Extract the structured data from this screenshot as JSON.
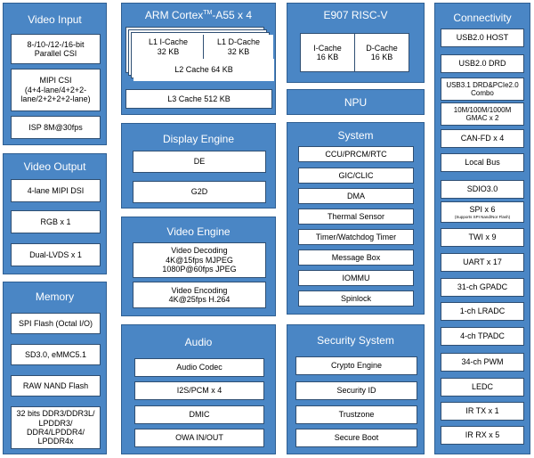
{
  "video_input": {
    "title": "Video Input",
    "items": [
      "8-/10-/12-/16-bit\nParallel CSI",
      "MIPI CSI\n(4+4-lane/4+2+2-\nlane/2+2+2+2-lane)",
      "ISP 8M@30fps"
    ]
  },
  "video_output": {
    "title": "Video Output",
    "items": [
      "4-lane MIPI DSI",
      "RGB x 1",
      "Dual-LVDS x 1"
    ]
  },
  "memory": {
    "title": "Memory",
    "items": [
      "SPI Flash (Octal I/O)",
      "SD3.0, eMMC5.1",
      "RAW NAND Flash",
      "32 bits DDR3/DDR3L/\nLPDDR3/\nDDR4/LPDDR4/\nLPDDR4x"
    ]
  },
  "arm": {
    "title_prefix": "ARM Cortex",
    "title_sup": "TM",
    "title_suffix": "-A55 x 4",
    "l1_icache": "L1 I-Cache\n32 KB",
    "l1_dcache": "L1 D-Cache\n32 KB",
    "l2_cache": "L2 Cache 64 KB",
    "l3_cache": "L3 Cache 512 KB"
  },
  "riscv": {
    "title": "E907 RISC-V",
    "icache": "I-Cache\n16 KB",
    "dcache": "D-Cache\n16 KB"
  },
  "npu": {
    "title": "NPU"
  },
  "display_engine": {
    "title": "Display Engine",
    "items": [
      "DE",
      "G2D"
    ]
  },
  "video_engine": {
    "title": "Video Engine",
    "items": [
      "Video Decoding\n4K@15fps MJPEG\n1080P@60fps JPEG",
      "Video Encoding\n4K@25fps H.264"
    ]
  },
  "audio": {
    "title": "Audio",
    "items": [
      "Audio Codec",
      "I2S/PCM x 4",
      "DMIC",
      "OWA IN/OUT"
    ]
  },
  "system": {
    "title": "System",
    "items": [
      "CCU/PRCM/RTC",
      "GIC/CLIC",
      "DMA",
      "Thermal Sensor",
      "Timer/Watchdog Timer",
      "Message Box",
      "IOMMU",
      "Spinlock"
    ]
  },
  "security": {
    "title": "Security System",
    "items": [
      "Crypto Engine",
      "Security ID",
      "Trustzone",
      "Secure Boot"
    ]
  },
  "connectivity": {
    "title": "Connectivity",
    "items": [
      "USB2.0 HOST",
      "USB2.0 DRD",
      "USB3.1 DRD&PCIe2.0\nCombo",
      "10M/100M/1000M\nGMAC x 2",
      "CAN-FD x 4",
      "Local Bus",
      "SDIO3.0",
      "SPI x 6",
      "TWI x 9",
      "UART x 17",
      "31-ch GPADC",
      "1-ch LRADC",
      "4-ch TPADC",
      "34-ch PWM",
      "LEDC",
      "IR TX x 1",
      "IR RX x 5"
    ],
    "spi_note": "(Supports SPI Nand/Nor Flash)"
  }
}
